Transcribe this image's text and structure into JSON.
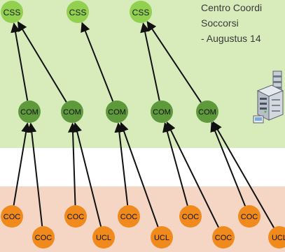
{
  "colors": {
    "band_top": "#d7ebbb",
    "band_mid": "#ffffff",
    "band_bottom": "#f5d5c3",
    "css_fill": "#92d050",
    "com_fill": "#5e9a3b",
    "coc_fill": "#f08a1c",
    "edge": "#111111"
  },
  "caption": {
    "line1": "Centro Coordi",
    "line2": "Soccorsi",
    "line3": "- Augustus 14"
  },
  "server": {
    "icon": "server-cluster-icon"
  },
  "diagram": {
    "css_nodes": [
      {
        "id": "css1",
        "label": "CSS"
      },
      {
        "id": "css2",
        "label": "CSS"
      },
      {
        "id": "css3",
        "label": "CSS"
      }
    ],
    "com_nodes": [
      {
        "id": "com1",
        "label": "COM"
      },
      {
        "id": "com2",
        "label": "COM"
      },
      {
        "id": "com3",
        "label": "COM"
      },
      {
        "id": "com4",
        "label": "COM"
      },
      {
        "id": "com5",
        "label": "COM"
      }
    ],
    "local_nodes": [
      {
        "id": "l1",
        "label": "COC"
      },
      {
        "id": "l2",
        "label": "COC"
      },
      {
        "id": "l3",
        "label": "COC"
      },
      {
        "id": "l4",
        "label": "UCL"
      },
      {
        "id": "l5",
        "label": "COC"
      },
      {
        "id": "l6",
        "label": "UCL"
      },
      {
        "id": "l7",
        "label": "COC"
      },
      {
        "id": "l8",
        "label": "COC"
      },
      {
        "id": "l9",
        "label": "COC"
      },
      {
        "id": "l10",
        "label": "UCL"
      }
    ],
    "edges": [
      {
        "from": "com1",
        "to": "css1"
      },
      {
        "from": "com2",
        "to": "css1"
      },
      {
        "from": "com3",
        "to": "css2"
      },
      {
        "from": "com4",
        "to": "css3"
      },
      {
        "from": "com5",
        "to": "css3"
      },
      {
        "from": "l1",
        "to": "com1"
      },
      {
        "from": "l2",
        "to": "com1"
      },
      {
        "from": "l3",
        "to": "com2"
      },
      {
        "from": "l4",
        "to": "com2"
      },
      {
        "from": "l5",
        "to": "com3"
      },
      {
        "from": "l6",
        "to": "com3"
      },
      {
        "from": "l7",
        "to": "com4"
      },
      {
        "from": "l8",
        "to": "com4"
      },
      {
        "from": "l9",
        "to": "com5"
      },
      {
        "from": "l10",
        "to": "com5"
      }
    ]
  }
}
